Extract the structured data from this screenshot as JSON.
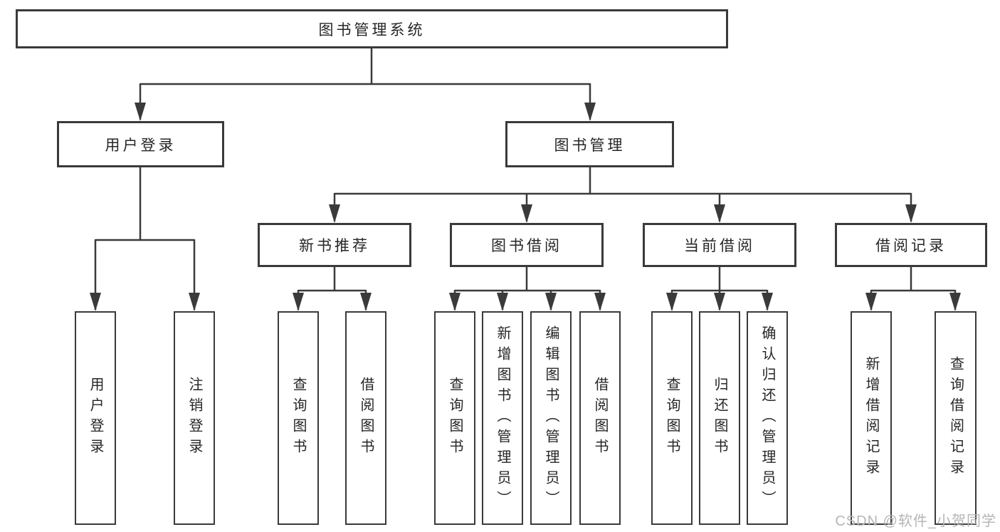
{
  "colors": {
    "background": "#ffffff",
    "line": "#3a3a3a",
    "text": "#262626",
    "watermark": "#b5b5b5"
  },
  "tree": {
    "label": "图书管理系统",
    "children": [
      {
        "label": "用户登录",
        "children": [
          {
            "label": "用户登录"
          },
          {
            "label": "注销登录"
          }
        ]
      },
      {
        "label": "图书管理",
        "children": [
          {
            "label": "新书推荐",
            "children": [
              {
                "label": "查询图书"
              },
              {
                "label": "借阅图书"
              }
            ]
          },
          {
            "label": "图书借阅",
            "children": [
              {
                "label": "查询图书"
              },
              {
                "label": "新增图书（管理员）"
              },
              {
                "label": "编辑图书（管理员）"
              },
              {
                "label": "借阅图书"
              }
            ]
          },
          {
            "label": "当前借阅",
            "children": [
              {
                "label": "查询图书"
              },
              {
                "label": "归还图书"
              },
              {
                "label": "确认归还（管理员）"
              }
            ]
          },
          {
            "label": "借阅记录",
            "children": [
              {
                "label": "新增借阅记录"
              },
              {
                "label": "查询借阅记录"
              }
            ]
          }
        ]
      }
    ]
  },
  "watermark": {
    "text": "CSDN @软件_小贺同学"
  }
}
